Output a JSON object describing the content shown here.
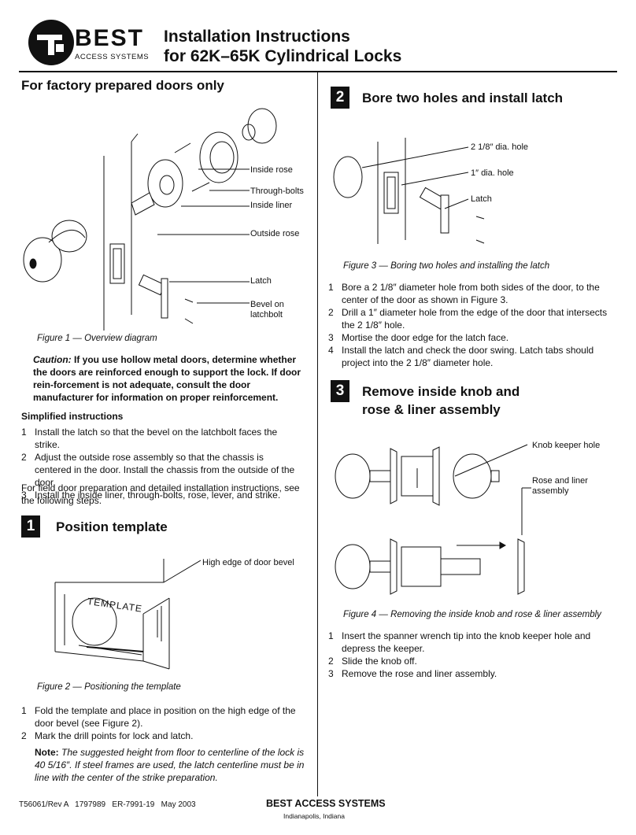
{
  "header": {
    "brand": "BEST",
    "brand_sub": "ACCESS SYSTEMS",
    "title_line1": "Installation Instructions",
    "title_line2": "for 62K–65K Cylindrical Locks"
  },
  "left": {
    "subtitle": "For factory prepared doors only",
    "fig1_labels": {
      "inside_rose": "Inside rose",
      "through_bolts": "Through-bolts",
      "inside_liner": "Inside liner",
      "outside_rose": "Outside rose",
      "latch": "Latch",
      "bevel_line1": "Bevel on",
      "bevel_line2": "latchbolt"
    },
    "fig1_caption": "Figure 1 — Overview diagram",
    "caution_label": "Caution:",
    "caution_text": "If you use hollow metal doors, determine whether the doors are reinforced enough to support the lock. If door rein-forcement is not adequate, consult the door manufacturer for information on proper reinforcement.",
    "simplified_heading": "Simplified instructions",
    "simplified_steps": [
      {
        "n": "1",
        "text": "Install the latch so that the bevel on the latchbolt faces the strike."
      },
      {
        "n": "2",
        "text": "Adjust the outside rose assembly so that the chassis is centered in the door. Install the chassis from the outside of the door."
      },
      {
        "n": "3",
        "text": "Install the inside liner, through-bolts, rose, lever, and strike."
      }
    ],
    "field_prep": "For field door preparation and detailed installation instructions, see the following steps.",
    "section1": {
      "num": "1",
      "title": "Position template",
      "label_high_edge": "High edge of door bevel",
      "template_word": "TEMPLATE",
      "caption": "Figure 2 — Positioning the template",
      "steps": [
        {
          "n": "1",
          "text": "Fold the template and place in position on the high edge of the door bevel (see Figure 2)."
        },
        {
          "n": "2",
          "text": "Mark the drill points for lock and latch."
        }
      ],
      "note_label": "Note:",
      "note_text": "The suggested height from floor to centerline of the lock is 40 5/16″. If steel frames are used, the latch centerline must be in line with the center of the strike preparation."
    }
  },
  "right": {
    "section2": {
      "num": "2",
      "title": "Bore two holes and install latch",
      "label_hole1": "2 1/8″ dia. hole",
      "label_hole2": "1″ dia. hole",
      "label_latch": "Latch",
      "caption": "Figure 3 — Boring two holes and installing the latch",
      "steps": [
        {
          "n": "1",
          "text": "Bore a 2 1/8″ diameter hole from both sides of the door, to the center of the door as shown in Figure 3."
        },
        {
          "n": "2",
          "text": "Drill a 1″ diameter hole from the edge of the door that intersects the 2 1/8″ hole."
        },
        {
          "n": "3",
          "text": "Mortise the door edge for the latch face."
        },
        {
          "n": "4",
          "text": "Install the latch and check the door swing. Latch tabs should project into the 2 1/8″ diameter hole."
        }
      ]
    },
    "section3": {
      "num": "3",
      "title_line1": "Remove inside knob and",
      "title_line2": "rose & liner assembly",
      "label_keeper": "Knob keeper hole",
      "label_rose_line1": "Rose and liner",
      "label_rose_line2": "assembly",
      "caption": "Figure 4 — Removing the inside knob and rose & liner assembly",
      "steps": [
        {
          "n": "1",
          "text": "Insert the spanner wrench tip into the knob keeper hole and depress the keeper."
        },
        {
          "n": "2",
          "text": "Slide the knob off."
        },
        {
          "n": "3",
          "text": "Remove the rose and liner assembly."
        }
      ]
    }
  },
  "footer": {
    "doc_ids": "T56061/Rev A   1797989   ER-7991-19   May 2003",
    "company": "BEST ACCESS SYSTEMS",
    "location": "Indianapolis, Indiana"
  }
}
